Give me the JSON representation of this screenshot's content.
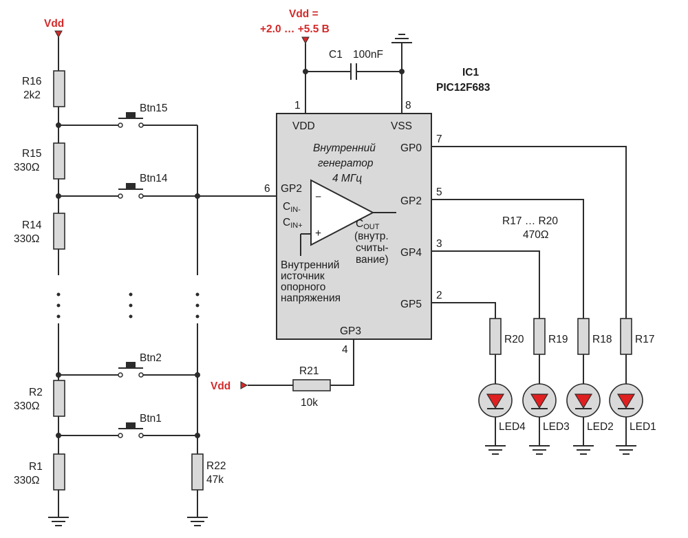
{
  "supply": {
    "left_label": "Vdd",
    "top_label_line1": "Vdd =",
    "top_label_line2": "+2.0 … +5.5 В",
    "input_label": "Vdd"
  },
  "capacitor": {
    "name": "C1",
    "value": "100nF"
  },
  "ic": {
    "name": "IC1",
    "part": "PIC12F683",
    "pin_vdd_num": "1",
    "pin_vss_num": "8",
    "pin_vdd": "VDD",
    "pin_vss": "VSS",
    "pin_gp2_in_num": "6",
    "pin_gp2_in": "GP2",
    "pin_gp0_num": "7",
    "pin_gp0": "GP0",
    "pin_gp2_out_num": "5",
    "pin_gp2_out": "GP2",
    "pin_gp4_num": "3",
    "pin_gp4": "GP4",
    "pin_gp5_num": "2",
    "pin_gp5": "GP5",
    "pin_gp3_num": "4",
    "pin_gp3": "GP3",
    "osc_line1": "Внутренний",
    "osc_line2": "генератор",
    "osc_line3": "4 МГц",
    "cin_minus_base": "C",
    "cin_minus_sub": "IN-",
    "cin_plus_base": "C",
    "cin_plus_sub": "IN+",
    "cout_base": "C",
    "cout_sub": "OUT",
    "cout_note1": "(внутр.",
    "cout_note2": "считы-",
    "cout_note3": "вание)",
    "vref_line1": "Внутренний",
    "vref_line2": "источник",
    "vref_line3": "опорного",
    "vref_line4": "напряжения",
    "minus_sign": "−",
    "plus_sign": "+"
  },
  "ladder": {
    "r16": {
      "name": "R16",
      "value": "2k2"
    },
    "r15": {
      "name": "R15",
      "value": "330Ω"
    },
    "r14": {
      "name": "R14",
      "value": "330Ω"
    },
    "r2": {
      "name": "R2",
      "value": "330Ω"
    },
    "r1": {
      "name": "R1",
      "value": "330Ω"
    },
    "r22": {
      "name": "R22",
      "value": "47k"
    },
    "r21": {
      "name": "R21",
      "value": "10k"
    }
  },
  "buttons": {
    "btn15": "Btn15",
    "btn14": "Btn14",
    "btn2": "Btn2",
    "btn1": "Btn1"
  },
  "leds": {
    "range_line1": "R17 … R20",
    "range_line2": "470Ω",
    "r20": "R20",
    "r19": "R19",
    "r18": "R18",
    "r17": "R17",
    "led4": "LED4",
    "led3": "LED3",
    "led2": "LED2",
    "led1": "LED1"
  },
  "colors": {
    "wire": "#2b2b2b",
    "supply_red": "#d32a2a",
    "led_red": "#e02020",
    "component_fill": "#d9d9d9"
  }
}
